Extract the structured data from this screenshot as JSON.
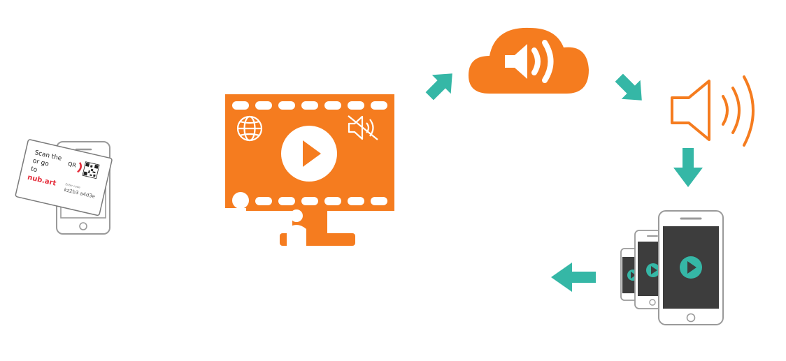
{
  "colors": {
    "orange": "#f57c1f",
    "teal": "#35b7a6",
    "screen_dark": "#3d3d3d",
    "phone_gray": "#9a9a9a",
    "brand_red": "#e52c3a",
    "white": "#ffffff"
  },
  "card": {
    "line1": "Scan the",
    "line2": "or go",
    "line3": "to",
    "brand": "nub.art",
    "qr_label": "QR",
    "code_caption": "Enter code",
    "code": "kz2b3 a4d3e"
  },
  "icons": {
    "card_phone": "phone-with-qr-card-icon",
    "monitor": "video-monitor-icon",
    "globe": "globe-icon",
    "mute": "speaker-muted-icon",
    "play": "play-icon",
    "person": "person-icon",
    "cloud": "cloud-audio-icon",
    "speaker": "speaker-sound-icon",
    "phones": "multiple-phones-play-icon",
    "arrow": "arrow-icon"
  }
}
